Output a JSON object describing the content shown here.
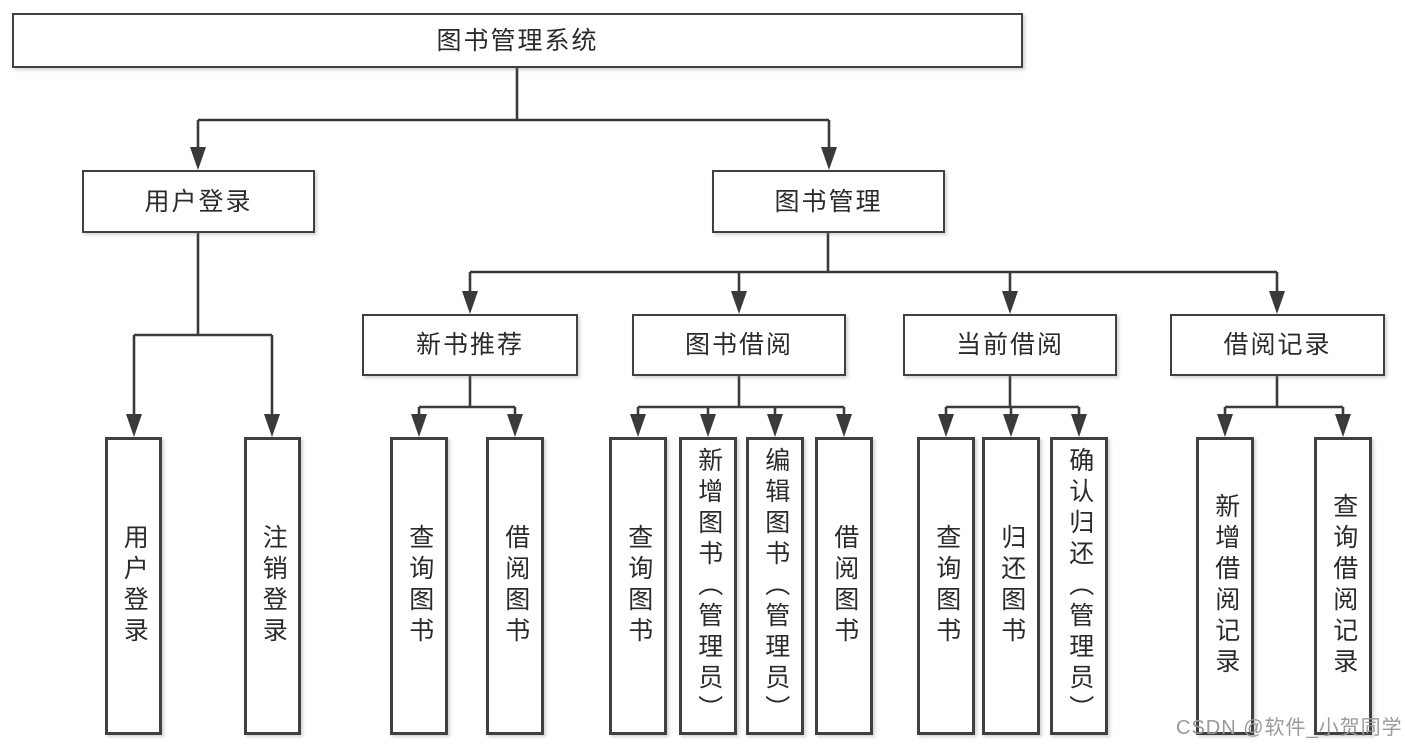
{
  "colors": {
    "background": "#ffffff",
    "line": "#3a3a3a",
    "box_border": "#404040",
    "text": "#2b2b2b",
    "watermark": "#9a9a9a"
  },
  "tree": {
    "root": "图书管理系统",
    "branches": [
      {
        "label": "用户登录",
        "children": [
          {
            "label": "用户登录"
          },
          {
            "label": "注销登录"
          }
        ]
      },
      {
        "label": "图书管理",
        "children": [
          {
            "label": "新书推荐",
            "children": [
              {
                "label": "查询图书"
              },
              {
                "label": "借阅图书"
              }
            ]
          },
          {
            "label": "图书借阅",
            "children": [
              {
                "label": "查询图书"
              },
              {
                "label": "新增图书（管理员）"
              },
              {
                "label": "编辑图书（管理员）"
              },
              {
                "label": "借阅图书"
              }
            ]
          },
          {
            "label": "当前借阅",
            "children": [
              {
                "label": "查询图书"
              },
              {
                "label": "归还图书"
              },
              {
                "label": "确认归还（管理员）"
              }
            ]
          },
          {
            "label": "借阅记录",
            "children": [
              {
                "label": "新增借阅记录"
              },
              {
                "label": "查询借阅记录"
              }
            ]
          }
        ]
      }
    ]
  },
  "watermark": {
    "text": "CSDN @软件_小贺同学"
  }
}
